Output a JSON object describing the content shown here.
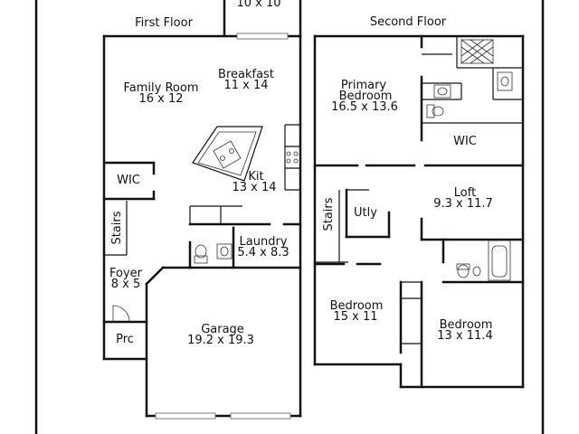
{
  "headings": {
    "first_floor": "First Floor",
    "second_floor": "Second Floor",
    "top_room": "10 x 10"
  },
  "first_floor_rooms": {
    "family_room": {
      "name": "Family Room",
      "size": "16 x 12"
    },
    "breakfast": {
      "name": "Breakfast",
      "size": "11 x 14"
    },
    "wic": {
      "name": "WIC"
    },
    "kit": {
      "name": "Kit",
      "size": "13 x 14"
    },
    "stairs": {
      "name": "Stairs"
    },
    "laundry": {
      "name": "Laundry",
      "size": "5.4 x 8.3"
    },
    "foyer": {
      "name": "Foyer",
      "size": "8 x 5"
    },
    "garage": {
      "name": "Garage",
      "size": "19.2 x 19.3"
    },
    "prc": {
      "name": "Prc"
    }
  },
  "second_floor_rooms": {
    "primary_bedroom": {
      "name_line1": "Primary",
      "name_line2": "Bedroom",
      "size": "16.5 x 13.6"
    },
    "wic": {
      "name": "WIC"
    },
    "loft": {
      "name": "Loft",
      "size": "9.3 x 11.7"
    },
    "stairs": {
      "name": "Stairs"
    },
    "utly": {
      "name": "Utly"
    },
    "bedroom_left": {
      "name": "Bedroom",
      "size": "15 x 11"
    },
    "bedroom_right": {
      "name": "Bedroom",
      "size": "13 x 11.4"
    }
  }
}
